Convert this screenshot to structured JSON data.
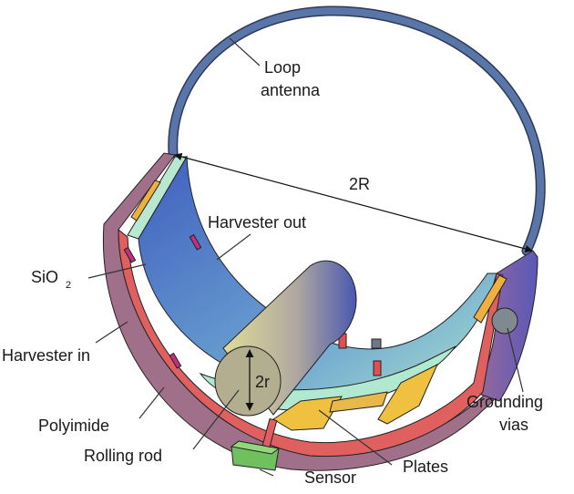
{
  "title": "Rolling-rod energy harvester with loop antenna",
  "labels": {
    "loop_antenna_line1": "Loop",
    "loop_antenna_line2": "antenna",
    "diameter_big": "2R",
    "harvester_out": "Harvester out",
    "sio2_main": "SiO",
    "sio2_sub": "2",
    "harvester_in": "Harvester in",
    "polyimide": "Polyimide",
    "rolling_rod": "Rolling rod",
    "diameter_small": "2r",
    "sensor": "Sensor",
    "plates": "Plates",
    "grounding_vias_line1": "Grounding",
    "grounding_vias_line2": "vias"
  },
  "colors": {
    "antenna": "#5a76a8",
    "polyimide": "#a0708a",
    "harvester_red": "#e06060",
    "sio2_green": "#b8e8d0",
    "inner_blue": "#4a6ec0",
    "plate_yellow": "#f0c040",
    "rod_yellow": "#d8d090",
    "sensor_green": "#70c060",
    "via_gray": "#808890"
  }
}
